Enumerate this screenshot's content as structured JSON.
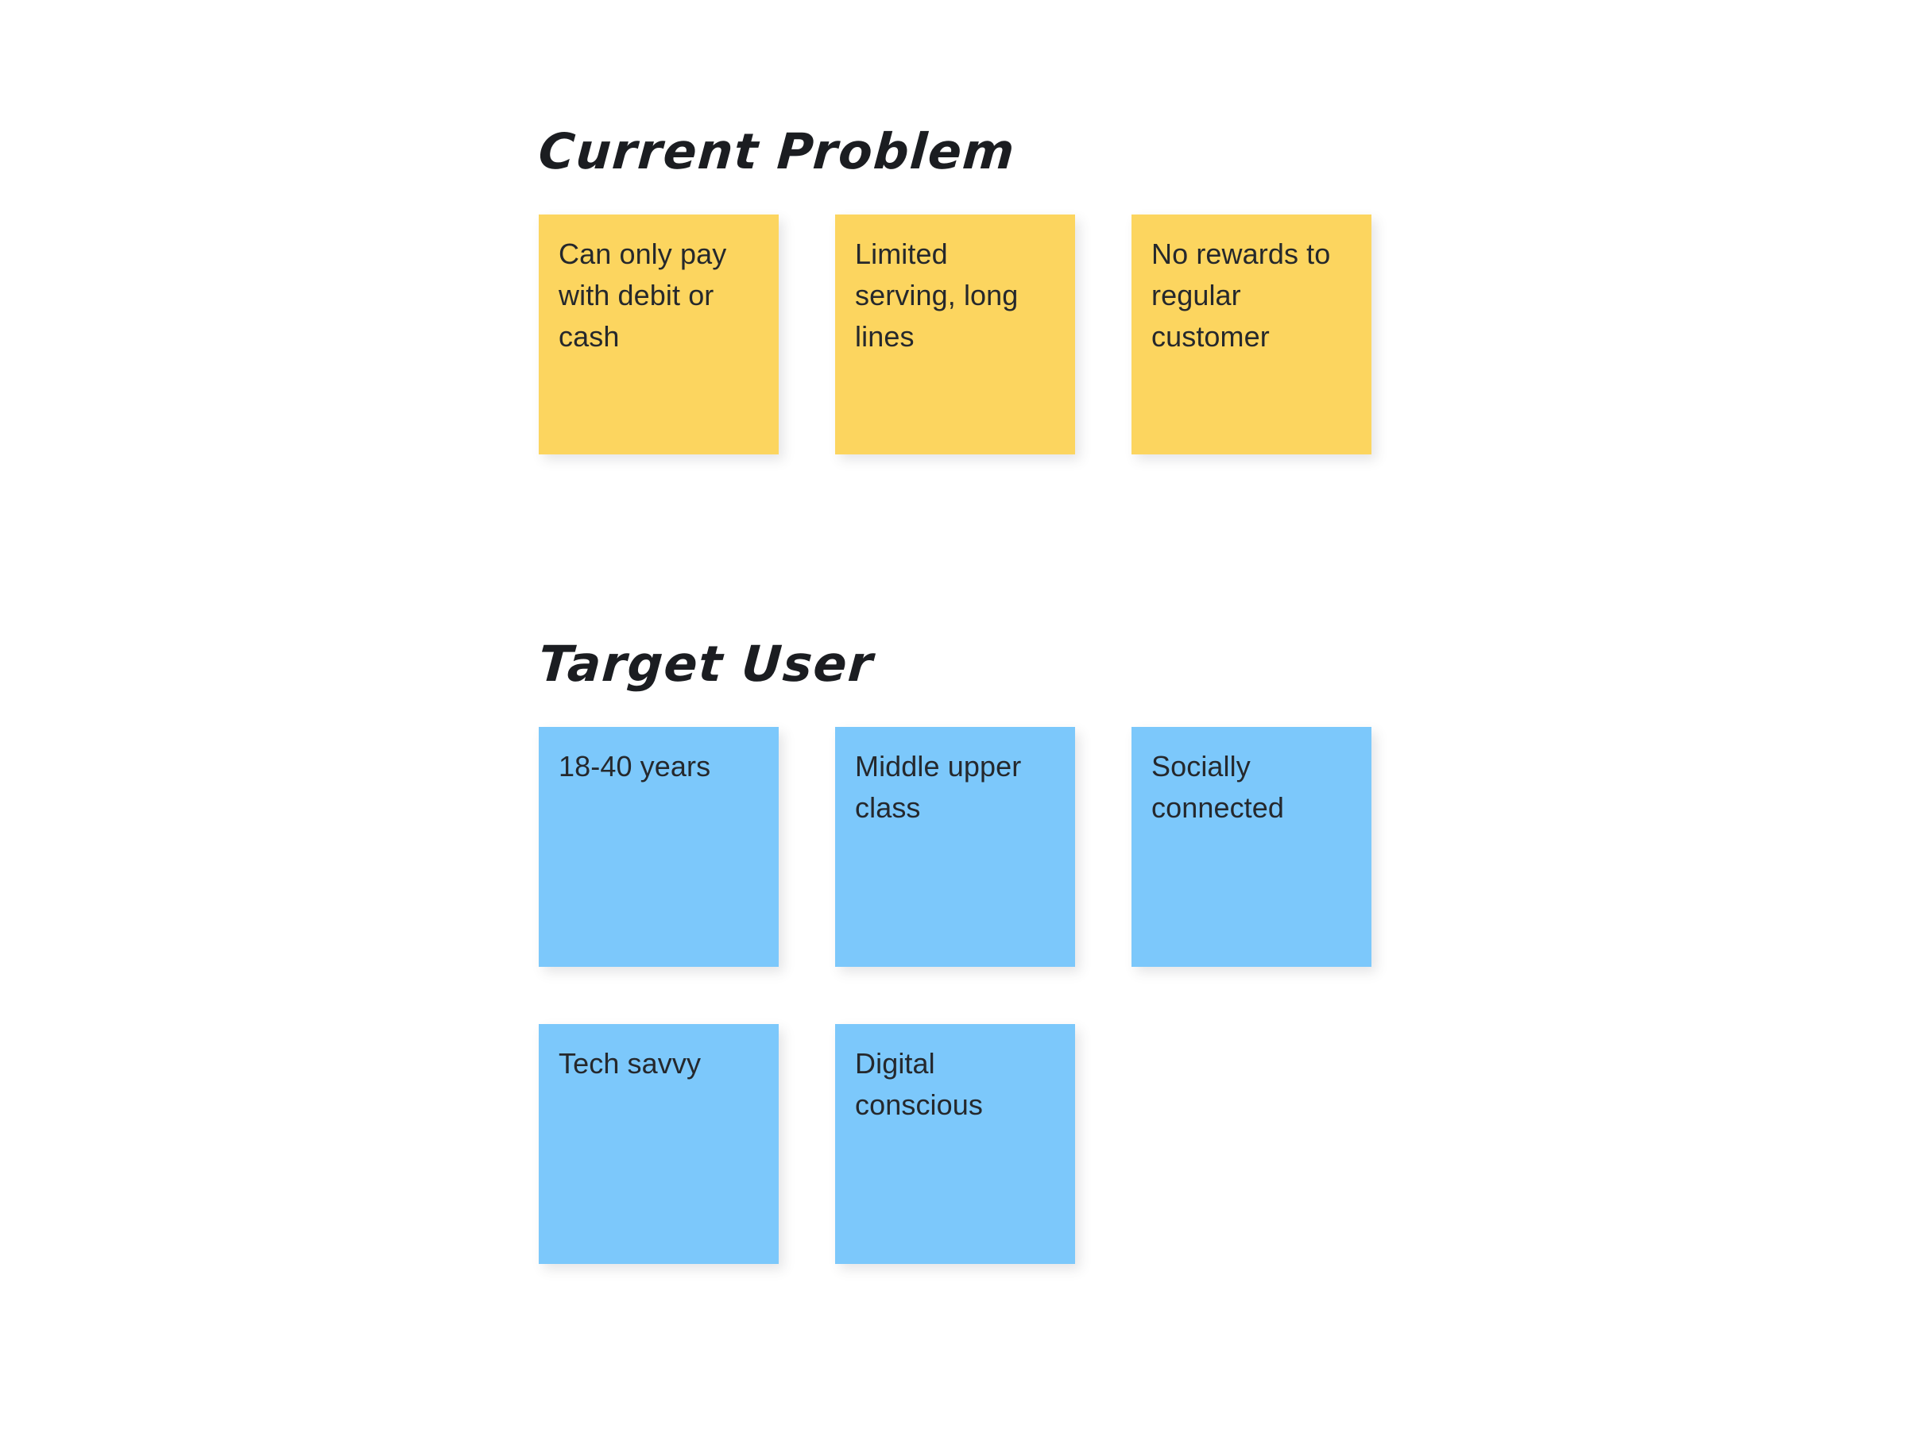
{
  "board": {
    "background_color": "#ffffff",
    "note_shadow_color": "rgba(60,64,72,0.13)"
  },
  "sections": [
    {
      "id": "current-problem",
      "heading": "Current Problem",
      "note_color": "#fcd55f",
      "note_text_color": "#25282c",
      "notes": [
        {
          "text": "Can only pay with debit or cash"
        },
        {
          "text": "Limited serving, long lines"
        },
        {
          "text": "No rewards to regular customer"
        }
      ]
    },
    {
      "id": "target-user",
      "heading": "Target User",
      "note_color": "#7cc8fb",
      "note_text_color": "#25282c",
      "notes": [
        {
          "text": "18-40 years"
        },
        {
          "text": "Middle upper class"
        },
        {
          "text": "Socially connected"
        },
        {
          "text": "Tech savvy"
        },
        {
          "text": "Digital conscious"
        }
      ]
    }
  ]
}
